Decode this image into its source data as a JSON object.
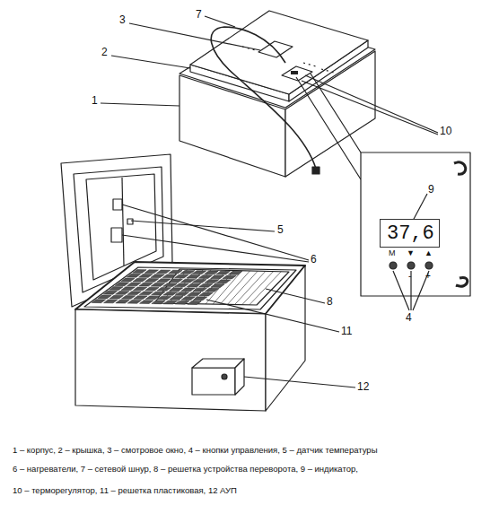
{
  "diagram": {
    "nodes": [
      {
        "text": [
          "37,6"
        ]
      }
    ],
    "labels": [
      "1",
      "2",
      "3",
      "7",
      "10",
      "9",
      "4",
      "M",
      "▼",
      "▲",
      "-",
      "+",
      "5",
      "6",
      "8",
      "11",
      "12",
      "1 – корпус, 2 – крышка, 3 – смотровое окно, 4 – кнопки управления, 5 – датчик температуры",
      "6 – нагреватели, 7 – сетевой шнур, 8 – решетка устройства переворота, 9 – индикатор,",
      "10 – терморегулятор, 11 – решетка пластиковая, 12 АУП"
    ]
  }
}
